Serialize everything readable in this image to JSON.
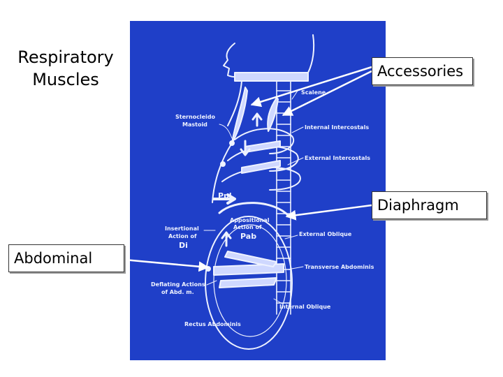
{
  "title": {
    "line1": "Respiratory",
    "line2": "Muscles"
  },
  "callouts": {
    "accessories": "Accessories",
    "diaphragm": "Diaphragm",
    "abdominal": "Abdominal"
  },
  "diagram": {
    "labels": {
      "scalene": "Scalene",
      "sternocleido": "Sternocleido",
      "mastoid": "Mastoid",
      "internal_intercostals": "Internal Intercostals",
      "external_intercostals": "External Intercostals",
      "ppl": "Ppl",
      "appositional_1": "Appositional",
      "appositional_2": "Action of",
      "pab": "Pab",
      "insertional_1": "Insertional",
      "insertional_2": "Action of",
      "di": "Di",
      "external_oblique": "External Oblique",
      "transverse_abdominis": "Transverse Abdominis",
      "deflating_1": "Deflating Actions",
      "deflating_2": "of Abd. m.",
      "internal_oblique": "Internal Oblique",
      "rectus_abdominis": "Rectus Abdominis"
    }
  },
  "colors": {
    "slide_background": "#1f3fc8",
    "line_art": "#eef2ff"
  }
}
